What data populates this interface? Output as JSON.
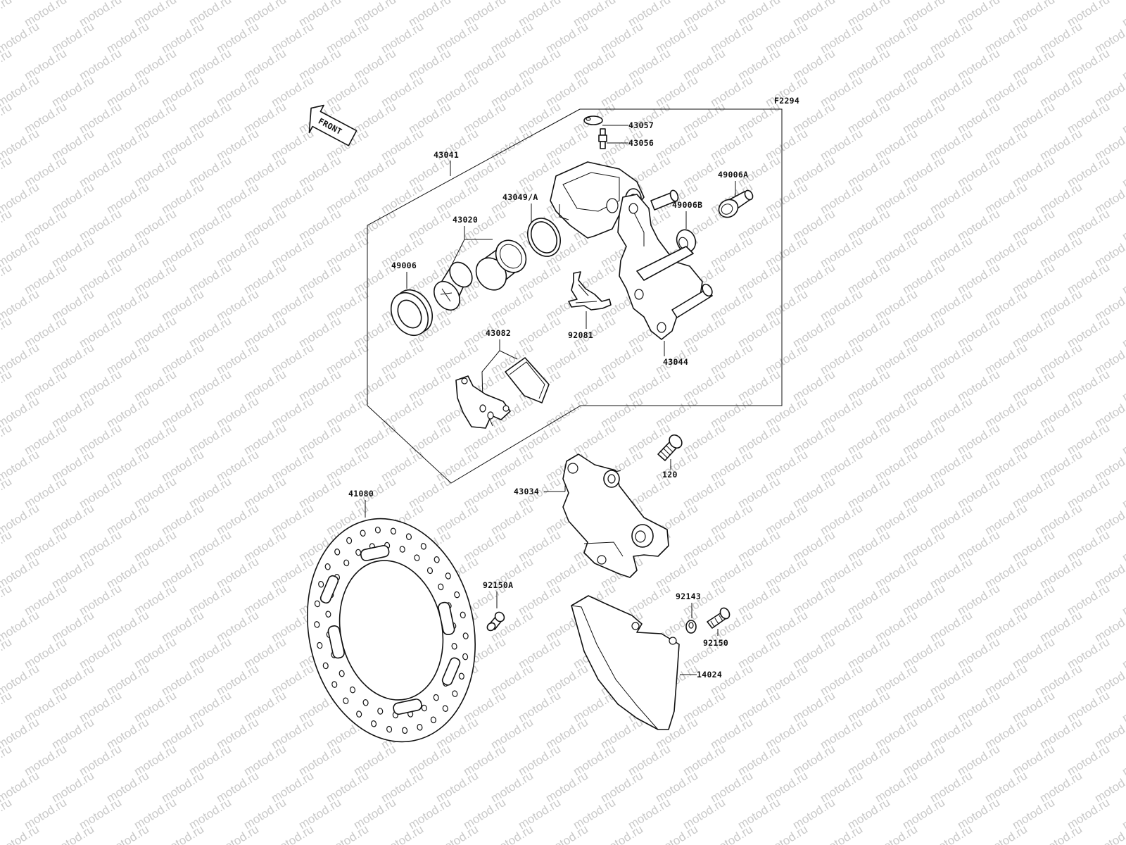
{
  "watermark": "motod.ru",
  "figure_code": "F2294",
  "front_marker": "FRONT",
  "labels": {
    "p43057": "43057",
    "p43056": "43056",
    "p43041": "43041",
    "p43049a": "43049/A",
    "p49006b": "49006B",
    "p43020": "43020",
    "p49006a": "49006A",
    "p49006": "49006",
    "p43082": "43082",
    "p92081": "92081",
    "p43044": "43044",
    "p120": "120",
    "p43034": "43034",
    "p41080": "41080",
    "p92150a": "92150A",
    "p92143": "92143",
    "p92150": "92150",
    "p14024": "14024"
  }
}
